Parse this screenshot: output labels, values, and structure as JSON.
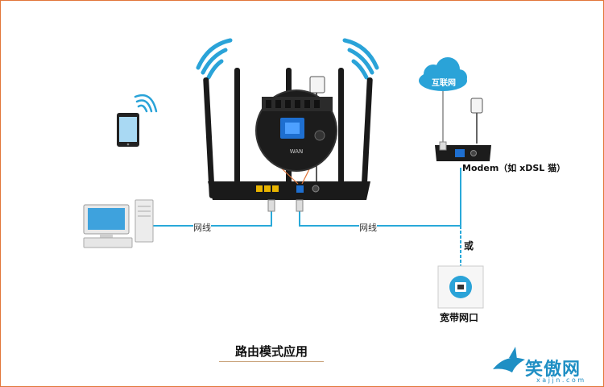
{
  "labels": {
    "cable_left": "网线",
    "cable_right": "网线",
    "internet": "互联网",
    "modem": "Modem（如 xDSL 猫）",
    "or": "或",
    "wall_port": "宽带网口",
    "router_port": "WAN",
    "caption": "路由模式应用"
  },
  "watermark": {
    "text": "笑傲网",
    "url": "x a j j n . c o m"
  },
  "colors": {
    "cable": "#29a9d9",
    "cloud": "#2aa3d8",
    "router_body": "#1a1a1a",
    "lan_ports": "#e8b400",
    "wan_port": "#1e6fd0",
    "frame": "#e2763a"
  },
  "icons": [
    "wifi-icon",
    "tablet-icon",
    "desktop-pc-icon",
    "router-icon",
    "cloud-icon",
    "modem-icon",
    "wall-port-icon",
    "shark-logo-icon"
  ]
}
